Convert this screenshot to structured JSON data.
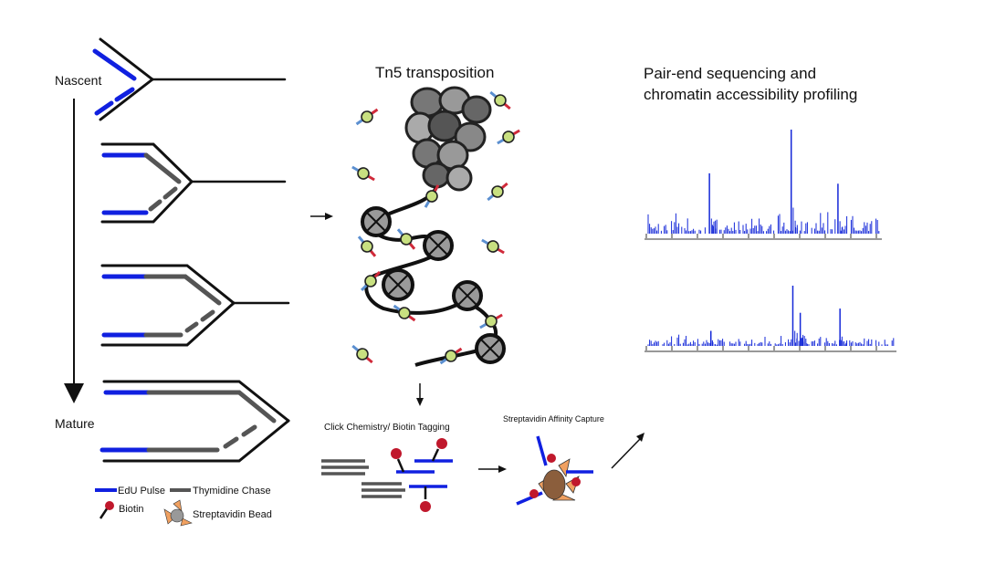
{
  "labels": {
    "nascent": "Nascent",
    "mature": "Mature",
    "tn5": "Tn5 transposition",
    "seq_line1": "Pair-end sequencing and",
    "seq_line2": "chromatin accessibility profiling",
    "click": "Click Chemistry/ Biotin Tagging",
    "capture": "Streptavidin Affinity Capture"
  },
  "legend": {
    "edu": "EdU Pulse",
    "thymidine": "Thymidine Chase",
    "biotin": "Biotin",
    "bead": "Streptavidin Bead"
  },
  "colors": {
    "edu_blue": "#1020e0",
    "chase_gray": "#555555",
    "biotin_red": "#c0182c",
    "bead_orange": "#f0a060",
    "bead_brown": "#8b5e3c",
    "track_blue": "#1428d8"
  },
  "tracks": [
    {
      "peaks": [
        {
          "pos": 0.27,
          "height": 0.58
        },
        {
          "pos": 0.62,
          "height": 1.0
        },
        {
          "pos": 0.82,
          "height": 0.48
        }
      ]
    },
    {
      "peaks": [
        {
          "pos": 0.26,
          "height": 0.25
        },
        {
          "pos": 0.59,
          "height": 1.0
        },
        {
          "pos": 0.62,
          "height": 0.55
        },
        {
          "pos": 0.78,
          "height": 0.62
        }
      ]
    }
  ]
}
